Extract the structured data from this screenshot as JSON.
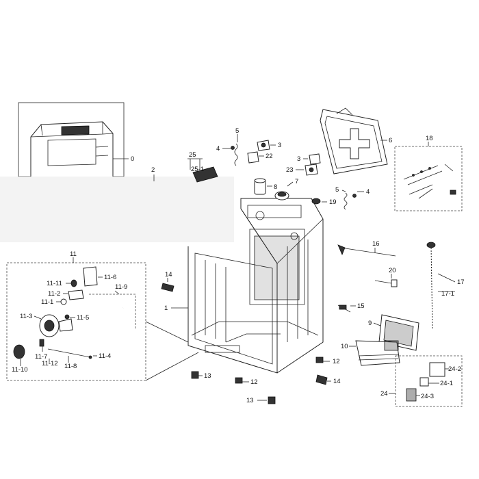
{
  "diagram": {
    "labels": {
      "l0": "0",
      "l1": "1",
      "l2": "2",
      "l3a": "3",
      "l3b": "3",
      "l4a": "4",
      "l4b": "4",
      "l5a": "5",
      "l5b": "5",
      "l6": "6",
      "l7": "7",
      "l8": "8",
      "l9": "9",
      "l10": "10",
      "l11": "11",
      "l11_1": "11-1",
      "l11_2": "11-2",
      "l11_3": "11-3",
      "l11_4": "11-4",
      "l11_5": "11-5",
      "l11_6": "11-6",
      "l11_7": "11-7",
      "l11_8": "11-8",
      "l11_9": "11-9",
      "l11_10": "11-10",
      "l11_11": "11-11",
      "l11_12": "11-12",
      "l12a": "12",
      "l12b": "12",
      "l13a": "13",
      "l13b": "13",
      "l14a": "14",
      "l14b": "14",
      "l15": "15",
      "l16": "16",
      "l17": "17",
      "l17_1": "17-1",
      "l18": "18",
      "l19": "19",
      "l20": "20",
      "l22": "22",
      "l23": "23",
      "l24": "24",
      "l24_1": "24-1",
      "l24_2": "24-2",
      "l24_3": "24-3",
      "l25": "25",
      "l25_1": "25-1"
    }
  }
}
